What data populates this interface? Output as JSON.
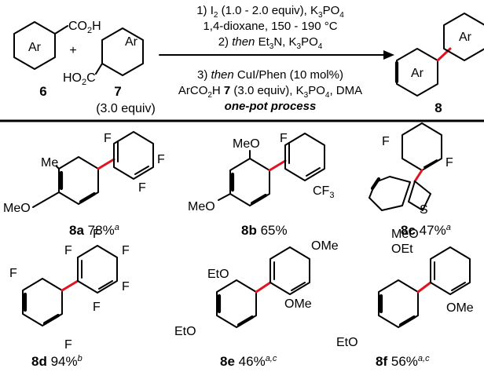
{
  "scheme": {
    "reactant_acid": {
      "ring_label": "Ar",
      "group": "CO2H",
      "number": "6"
    },
    "plus": "+",
    "reactant_cyclohexane_acid": {
      "ring_label": "Ar",
      "group": "HO2C",
      "number": "7",
      "amount": "(3.0 equiv)"
    },
    "product": {
      "ring_left_label": "Ar",
      "ring_right_label": "Ar",
      "number": "8"
    },
    "conditions_above": [
      "1) I2 (1.0 - 2.0 equiv), K3PO4",
      "1,4-dioxane, 150 - 190 °C",
      "2) then Et3N, K3PO4"
    ],
    "conditions_below": [
      "3) then CuI/Phen (10 mol%)",
      "ArCO2H 7 (3.0 equiv), K3PO4, DMA",
      "one-pot process"
    ]
  },
  "examples": [
    {
      "id": "8a",
      "yield": "78%",
      "notes": "a",
      "substituents": [
        "Me",
        "MeO",
        "F",
        "F",
        "F"
      ]
    },
    {
      "id": "8b",
      "yield": "65%",
      "notes": "",
      "substituents": [
        "MeO",
        "MeO",
        "F",
        "CF3"
      ]
    },
    {
      "id": "8c",
      "yield": "47%",
      "notes": "a",
      "substituents": [
        "F",
        "F",
        "S"
      ]
    },
    {
      "id": "8d",
      "yield": "94%",
      "notes": "b",
      "substituents": [
        "F",
        "F",
        "F",
        "F",
        "F",
        "F",
        "F"
      ]
    },
    {
      "id": "8e",
      "yield": "46%",
      "notes": "a,c",
      "substituents": [
        "EtO",
        "EtO",
        "OMe",
        "OMe"
      ]
    },
    {
      "id": "8f",
      "yield": "56%",
      "notes": "a,c",
      "substituents": [
        "MeO",
        "OEt",
        "EtO",
        "OMe"
      ]
    }
  ],
  "colors": {
    "new_bond": "#e0141e",
    "ink": "#000000"
  }
}
